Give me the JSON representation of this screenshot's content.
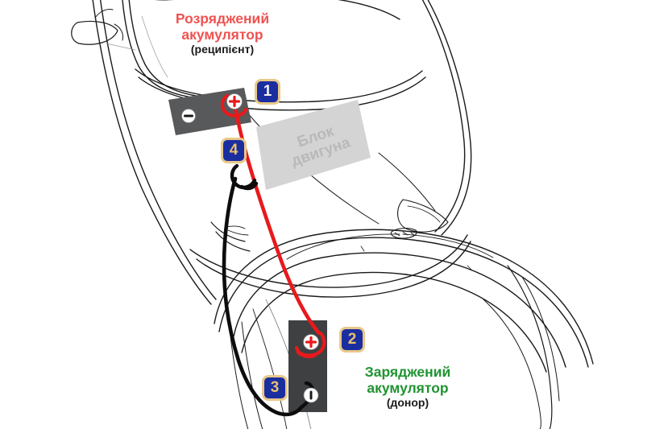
{
  "diagram": {
    "title_recipient": {
      "line1": "Розряджений",
      "line2": "акумулятор",
      "line3": "(реципієнт)",
      "color": "#ef5350"
    },
    "title_donor": {
      "line1": "Заряджений",
      "line2": "акумулятор",
      "line3": "(донор)",
      "color": "#1f9431"
    },
    "engine_block": {
      "line1": "Блок",
      "line2": "двигуна",
      "color": "#b9b9b9"
    },
    "steps": [
      {
        "number": "1",
        "target": "recipient-positive-terminal"
      },
      {
        "number": "2",
        "target": "donor-positive-terminal"
      },
      {
        "number": "3",
        "target": "donor-negative-terminal"
      },
      {
        "number": "4",
        "target": "recipient-engine-ground"
      }
    ],
    "terminals": {
      "recipient_positive": "+",
      "recipient_negative": "−",
      "donor_positive": "+",
      "donor_negative": "−"
    },
    "colors": {
      "positive_cable": "#e8191b",
      "negative_cable": "#0d0d0d",
      "battery_body": "#58595b",
      "badge_fill": "#1b2ea0",
      "badge_border": "#e8c88a",
      "badge_text": "#e8c070",
      "engine_block_fill": "#d4d4d4",
      "outline": "#1a1a1a"
    }
  }
}
